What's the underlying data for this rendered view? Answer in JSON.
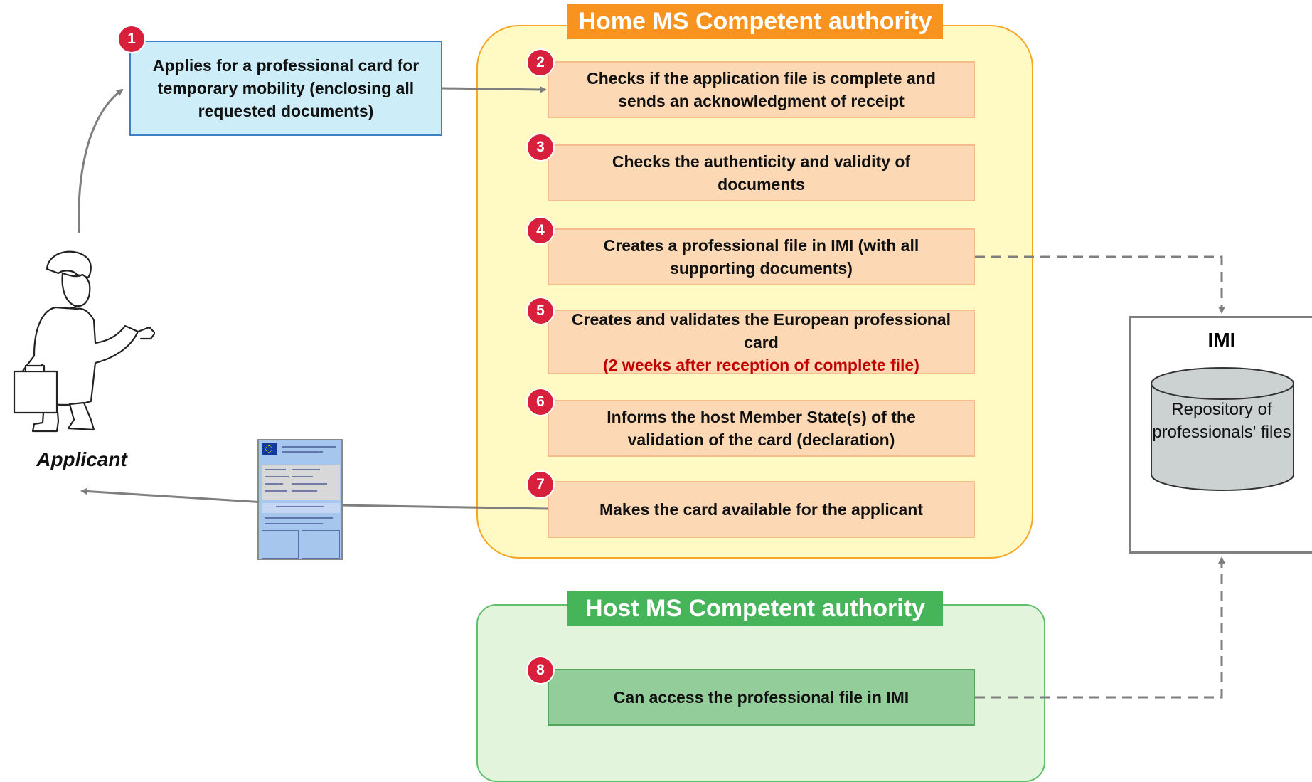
{
  "home_authority": {
    "title": "Home MS Competent authority"
  },
  "host_authority": {
    "title": "Host MS Competent authority"
  },
  "applicant": {
    "label": "Applicant",
    "step": {
      "number": "1",
      "text": "Applies for a professional card for temporary mobility (enclosing all requested documents)"
    }
  },
  "home_steps": [
    {
      "number": "2",
      "lines": [
        "Checks if the application file is complete and sends an acknowledgment of receipt"
      ]
    },
    {
      "number": "3",
      "lines": [
        "Checks the authenticity and validity of documents"
      ]
    },
    {
      "number": "4",
      "lines": [
        "Creates a professional file in IMI (with all supporting documents)"
      ]
    },
    {
      "number": "5",
      "lines": [
        "Creates and validates the European professional card"
      ],
      "note": "(2 weeks after reception of complete file)"
    },
    {
      "number": "6",
      "lines": [
        "Informs the host Member State(s) of the validation of the card (declaration)"
      ]
    },
    {
      "number": "7",
      "lines": [
        "Makes the card available for the applicant"
      ]
    }
  ],
  "host_step": {
    "number": "8",
    "text": "Can access the professional file in IMI"
  },
  "imi": {
    "title": "IMI",
    "repository_label": "Repository of professionals' files"
  },
  "colors": {
    "home_accent": "#f7931e",
    "host_accent": "#46b55a",
    "step_badge": "#d81f3c",
    "highlight_text": "#c00000",
    "applicant_box": "#cdeef8"
  }
}
